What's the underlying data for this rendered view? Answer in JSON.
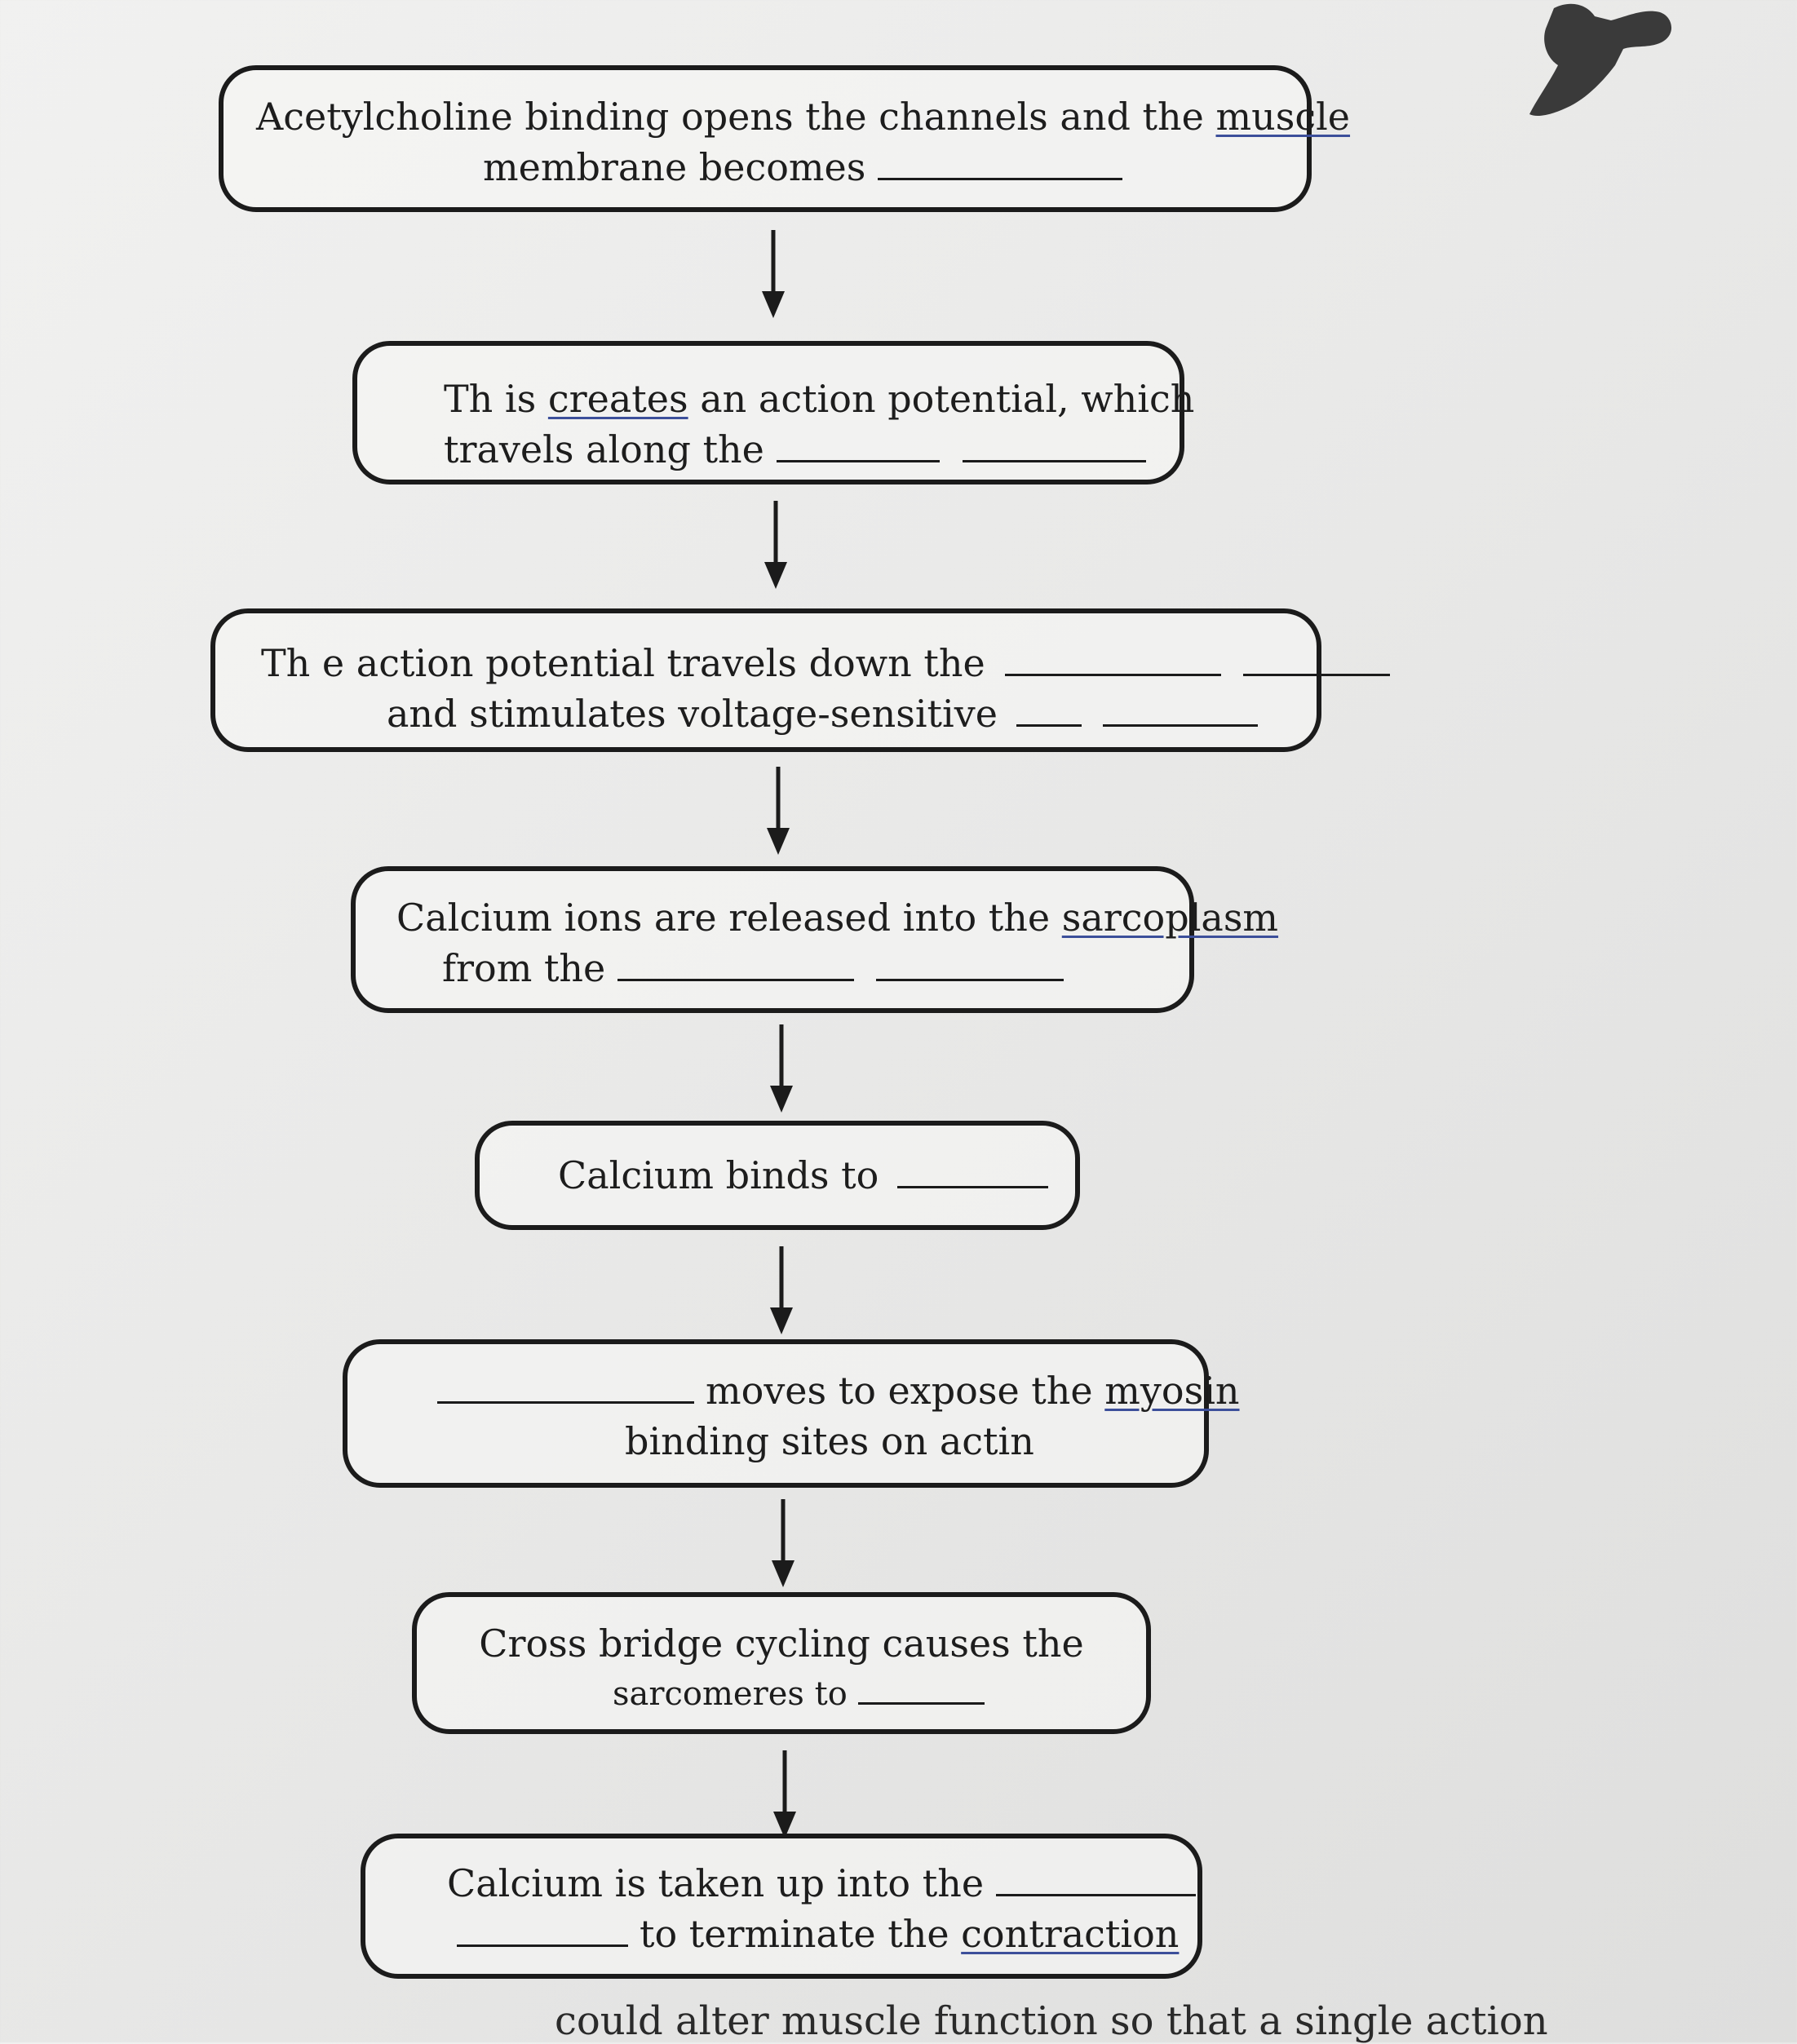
{
  "steps": [
    {
      "lines": [
        "Acetylcholine binding opens the channels and the muscle",
        "membrane becomes"
      ]
    },
    {
      "lines": [
        "Th is creates an action potential, which",
        "travels along the"
      ]
    },
    {
      "lines": [
        "Th e action potential travels down the",
        "and stimulates voltage-sensitive"
      ]
    },
    {
      "lines": [
        "Calcium ions are released into the sarcoplasm",
        "from the"
      ]
    },
    {
      "lines": [
        "Calcium binds to"
      ]
    },
    {
      "lines": [
        "moves to expose the myosin",
        "binding sites on actin"
      ]
    },
    {
      "lines": [
        "Cross bridge cycling causes the",
        "sarcomeres to"
      ]
    },
    {
      "lines": [
        "Calcium is taken up into the",
        "to terminate the contraction"
      ]
    }
  ],
  "step1": {
    "a": "Acetylcholine binding opens the channels and the ",
    "u": "muscle",
    "b": "membrane becomes"
  },
  "step2": {
    "a": "Th is ",
    "u": "creates",
    "b": " an action potential, which",
    "c": "travels along the"
  },
  "step3": {
    "a": "Th e action potential travels down the",
    "b": "and stimulates voltage-sensitive"
  },
  "step4": {
    "a": "Calcium ions are released into the ",
    "u": "sarcoplasm",
    "b": "from the"
  },
  "step5": {
    "a": "Calcium binds to"
  },
  "step6": {
    "a": "moves to expose the ",
    "u": "myosin",
    "b": "binding sites on actin"
  },
  "step7": {
    "a": "Cross bridge cycling causes the",
    "b": "sarcomeres to"
  },
  "step8": {
    "a": "Calcium is taken up into the",
    "b": "to terminate the ",
    "u": "contraction"
  },
  "footer": {
    "text": "could alter muscle function so that a single action"
  }
}
